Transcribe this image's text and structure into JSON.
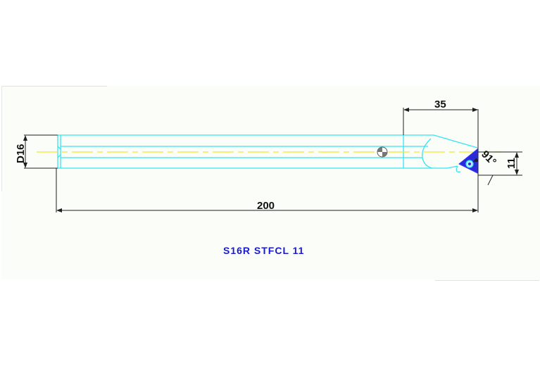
{
  "drawing": {
    "model_label": "S16R STFCL 11",
    "dimensions": {
      "diameter": "D16",
      "overall_length": "200",
      "head_length": "35",
      "height_to_tip": "11",
      "approach_angle": "91°"
    },
    "colors": {
      "background": "#fbfdf9",
      "outline": "#33e6f0",
      "centerline": "#f0e830",
      "dimension": "#202020",
      "insert": "#2a2ad8",
      "label": "#1a1ad0"
    }
  }
}
